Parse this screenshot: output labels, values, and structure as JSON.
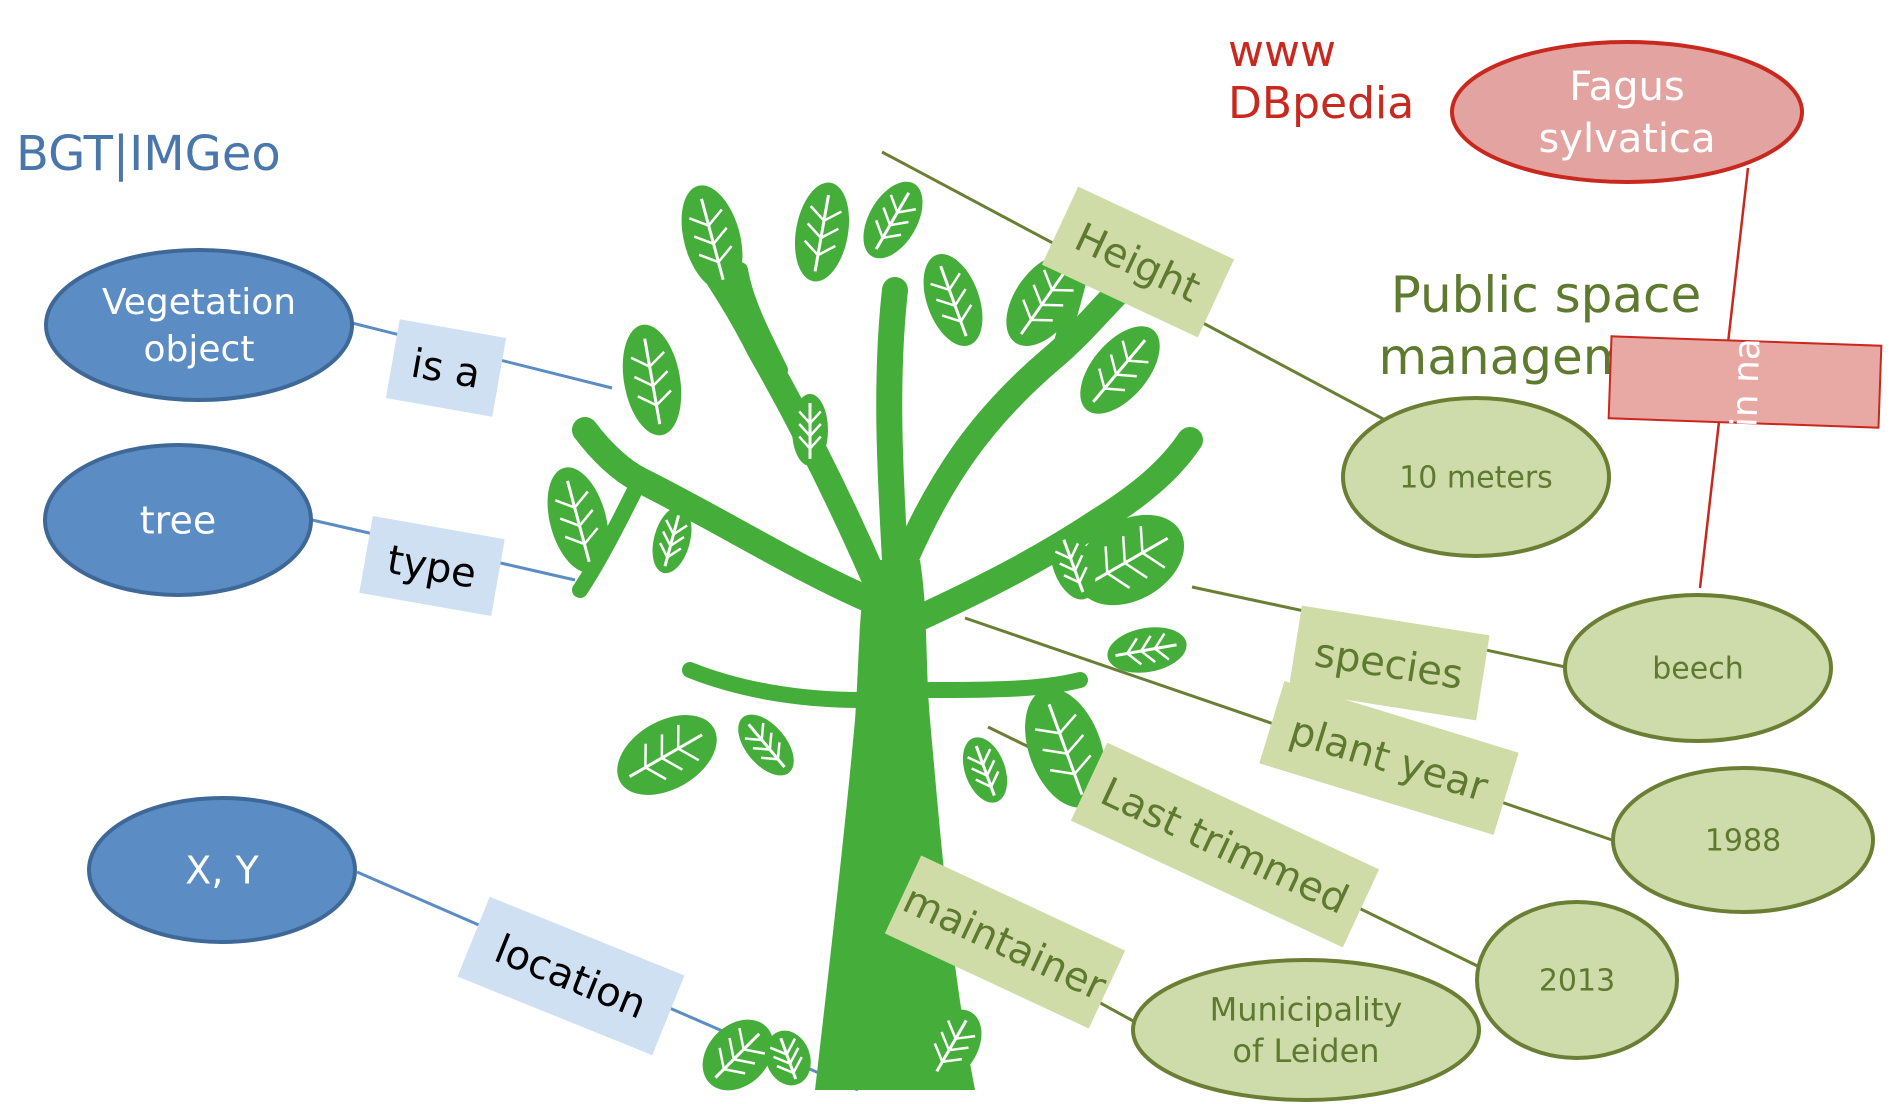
{
  "titles": {
    "bgt": "BGT|IMGeo",
    "www_line1": "www",
    "www_line2": "DBpedia",
    "psm_line1": "Public space",
    "psm_line2": "management"
  },
  "nodes": {
    "vegetation": [
      "Vegetation",
      "object"
    ],
    "tree": [
      "tree"
    ],
    "xy": [
      "X, Y"
    ],
    "fagus": [
      "Fagus",
      "sylvatica"
    ],
    "ten_meters": [
      "10 meters"
    ],
    "beech": [
      "beech"
    ],
    "y1988": [
      "1988"
    ],
    "y2013": [
      "2013"
    ],
    "leiden": [
      "Municipality",
      "of Leiden"
    ]
  },
  "edges": {
    "is_a": "is a",
    "type": "type",
    "location": "location",
    "height": "Height",
    "species": "species",
    "plant_year": "plant year",
    "last_trimmed": "Last trimmed",
    "maintainer": "maintainer",
    "latin_name": "Latin name"
  },
  "colors": {
    "blue_node": "#5b8cc4",
    "blue_node_border": "#3e6897",
    "blue_label_bg": "#cfe0f2",
    "blue_line": "#5b8cc4",
    "green_node": "#cedbaa",
    "green_node_border": "#6a7f33",
    "green_label_bg": "#cfdca7",
    "green_line": "#6a7f33",
    "green_text": "#5e7a2e",
    "red_node": "#e3a3a0",
    "red_node_border": "#c8281e",
    "red_label_bg": "#e8a8a4",
    "red_text": "#c8281e",
    "tree_green": "#45ae3a"
  }
}
